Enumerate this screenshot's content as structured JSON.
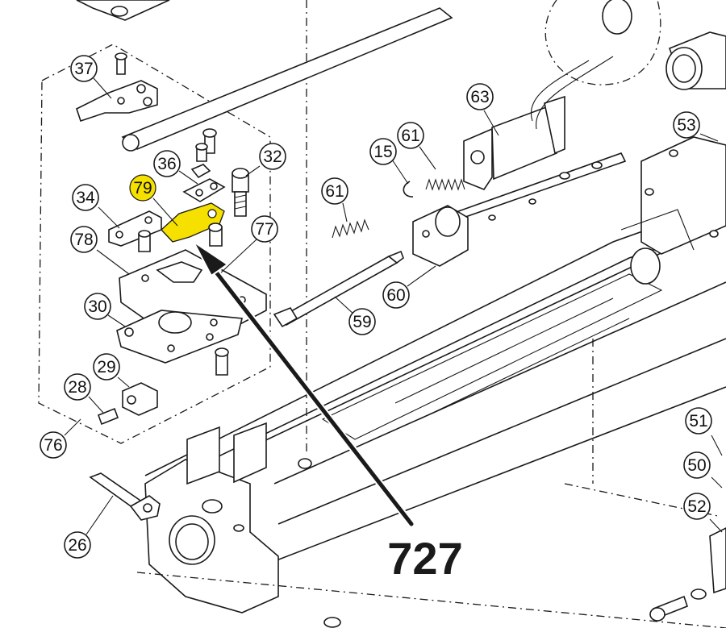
{
  "callouts": [
    {
      "id": "37",
      "label": "37"
    },
    {
      "id": "36",
      "label": "36"
    },
    {
      "id": "32",
      "label": "32"
    },
    {
      "id": "79",
      "label": "79"
    },
    {
      "id": "34",
      "label": "34"
    },
    {
      "id": "77",
      "label": "77"
    },
    {
      "id": "78",
      "label": "78"
    },
    {
      "id": "30",
      "label": "30"
    },
    {
      "id": "29",
      "label": "29"
    },
    {
      "id": "28",
      "label": "28"
    },
    {
      "id": "76",
      "label": "76"
    },
    {
      "id": "26",
      "label": "26"
    },
    {
      "id": "63",
      "label": "63"
    },
    {
      "id": "61a",
      "label": "61"
    },
    {
      "id": "15",
      "label": "15"
    },
    {
      "id": "61b",
      "label": "61"
    },
    {
      "id": "60",
      "label": "60"
    },
    {
      "id": "59",
      "label": "59"
    },
    {
      "id": "53",
      "label": "53"
    },
    {
      "id": "51",
      "label": "51"
    },
    {
      "id": "50",
      "label": "50"
    },
    {
      "id": "52",
      "label": "52"
    }
  ],
  "highlight": {
    "part": "79",
    "color": "#f5e000"
  },
  "pointer_label": "727",
  "colors": {
    "line": "#1a1a1a",
    "highlight": "#f5e000",
    "background": "#ffffff"
  }
}
